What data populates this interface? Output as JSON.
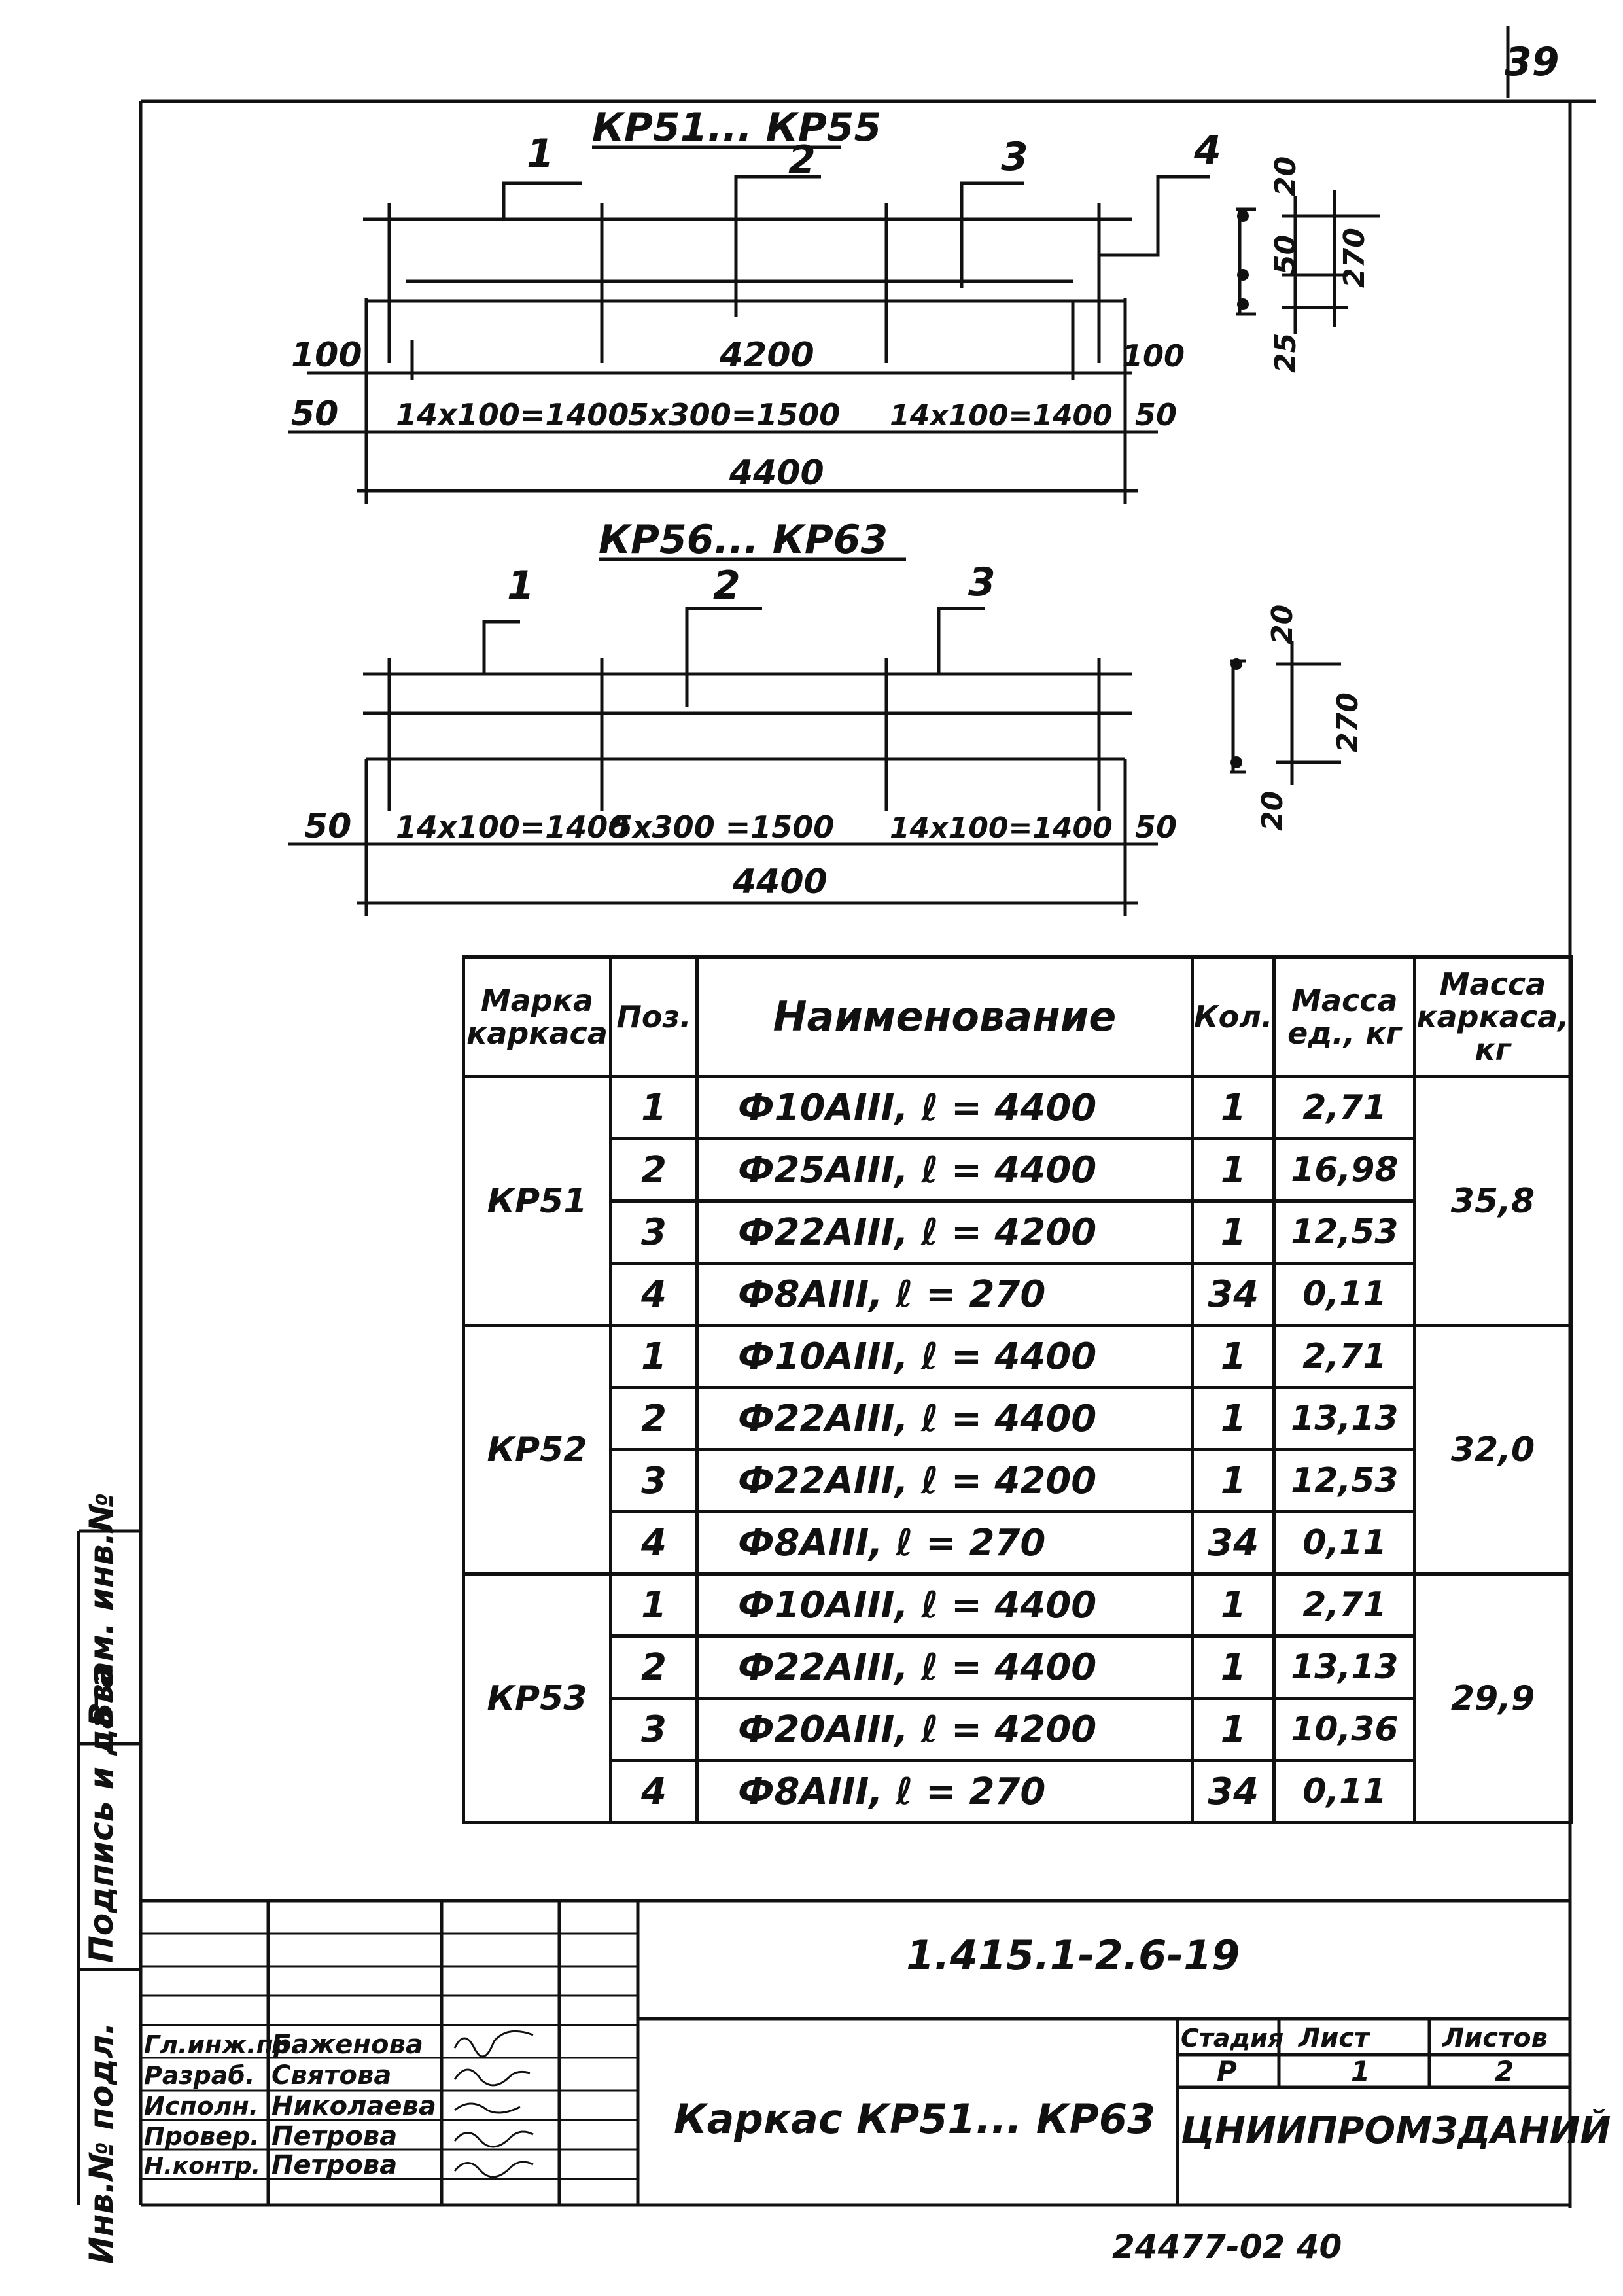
{
  "page_number": "39",
  "archive_number": "24477-02   40",
  "sidebar": {
    "inventory_original": "Инв.№ подл.",
    "signature_date": "Подпись и дата",
    "replace_inventory": "Взам. инв.№"
  },
  "drawing1": {
    "title": "КР51... КР55",
    "callouts": [
      "1",
      "2",
      "3",
      "4"
    ],
    "dim_left_top": "100",
    "dim_left_bottom": "50",
    "dim_inner": "4200",
    "dim_right_top": "100",
    "dim_right_bottom": "50",
    "seg1": "14x100=1400",
    "seg2": "5x300=1500",
    "seg3": "14x100=1400",
    "total": "4400",
    "section_dims": [
      "20",
      "50",
      "25",
      "270"
    ]
  },
  "drawing2": {
    "title": "КР56... КР63",
    "callouts": [
      "1",
      "2",
      "3"
    ],
    "dim_left": "50",
    "dim_right": "50",
    "seg1": "14x100=1400",
    "seg2": "5x300 =1500",
    "seg3": "14x100=1400",
    "total": "4400",
    "section_dims": [
      "20",
      "20",
      "270"
    ]
  },
  "table": {
    "headers": {
      "mark": "Марка каркаса",
      "pos": "Поз.",
      "name": "Наименование",
      "qty": "Кол.",
      "unit_mass": "Масса ед., кг",
      "frame_mass": "Масса каркаса, кг"
    },
    "groups": [
      {
        "mark": "КР51",
        "mass": "35,8",
        "rows": [
          {
            "pos": "1",
            "name": "Ф10АIII, ℓ = 4400",
            "qty": "1",
            "unit": "2,71"
          },
          {
            "pos": "2",
            "name": "Ф25АIII, ℓ = 4400",
            "qty": "1",
            "unit": "16,98"
          },
          {
            "pos": "3",
            "name": "Ф22АIII, ℓ = 4200",
            "qty": "1",
            "unit": "12,53"
          },
          {
            "pos": "4",
            "name": "Ф8АIII, ℓ = 270",
            "qty": "34",
            "unit": "0,11"
          }
        ]
      },
      {
        "mark": "КР52",
        "mass": "32,0",
        "rows": [
          {
            "pos": "1",
            "name": "Ф10АIII, ℓ = 4400",
            "qty": "1",
            "unit": "2,71"
          },
          {
            "pos": "2",
            "name": "Ф22АIII, ℓ = 4400",
            "qty": "1",
            "unit": "13,13"
          },
          {
            "pos": "3",
            "name": "Ф22АIII, ℓ = 4200",
            "qty": "1",
            "unit": "12,53"
          },
          {
            "pos": "4",
            "name": "Ф8АIII, ℓ = 270",
            "qty": "34",
            "unit": "0,11"
          }
        ]
      },
      {
        "mark": "КР53",
        "mass": "29,9",
        "rows": [
          {
            "pos": "1",
            "name": "Ф10АIII, ℓ = 4400",
            "qty": "1",
            "unit": "2,71"
          },
          {
            "pos": "2",
            "name": "Ф22АIII, ℓ = 4400",
            "qty": "1",
            "unit": "13,13"
          },
          {
            "pos": "3",
            "name": "Ф20АIII, ℓ = 4200",
            "qty": "1",
            "unit": "10,36"
          },
          {
            "pos": "4",
            "name": "Ф8АIII, ℓ = 270",
            "qty": "34",
            "unit": "0,11"
          }
        ]
      }
    ]
  },
  "title_block": {
    "code": "1.415.1-2.6-19",
    "description": "Каркас КР51... КР63",
    "stage_label": "Стадия",
    "sheet_label": "Лист",
    "sheets_label": "Листов",
    "stage": "Р",
    "sheet": "1",
    "sheets": "2",
    "org": "ЦНИИПРОМЗДАНИЙ",
    "people": [
      {
        "role": "Гл.инж.пр.",
        "name": "Баженова"
      },
      {
        "role": "Разраб.",
        "name": "Святова"
      },
      {
        "role": "Исполн.",
        "name": "Николаева"
      },
      {
        "role": "Провер.",
        "name": "Петрова"
      },
      {
        "role": "Н.контр.",
        "name": "Петрова"
      }
    ]
  }
}
